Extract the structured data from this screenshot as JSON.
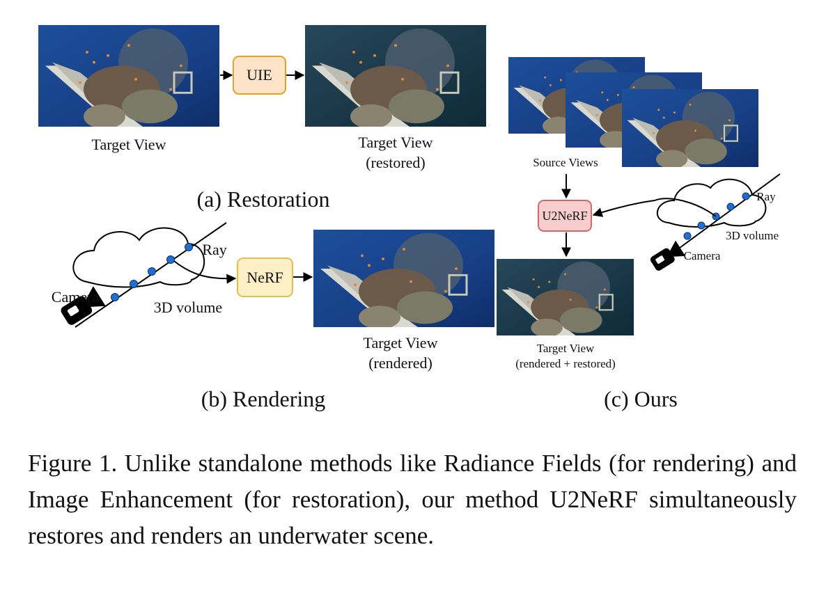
{
  "panel_a": {
    "input_label": "Target View",
    "method": "UIE",
    "output_label_line1": "Target View",
    "output_label_line2": "(restored)",
    "subtitle": "(a) Restoration"
  },
  "panel_b": {
    "camera": "Camera",
    "ray": "Ray",
    "volume": "3D volume",
    "method": "NeRF",
    "output_label_line1": "Target View",
    "output_label_line2": "(rendered)",
    "subtitle": "(b) Rendering"
  },
  "panel_c": {
    "source_label": "Source Views",
    "method": "U2NeRF",
    "ray": "Ray",
    "volume": "3D volume",
    "camera": "Camera",
    "output_label_line1": "Target View",
    "output_label_line2": "(rendered + restored)",
    "subtitle": "(c) Ours"
  },
  "caption": "Figure 1.  Unlike standalone methods like Radiance Fields (for rendering) and Image Enhancement (for restoration), our method U2NeRF simultaneously restores and renders an underwater scene.",
  "colors": {
    "uie_fill": "#fde3c7",
    "uie_border": "#e3a32a",
    "nerf_fill": "#fdf0c7",
    "nerf_border": "#e3bf4a",
    "u2nerf_fill": "#f8cdcd",
    "u2nerf_border": "#d06a6a",
    "ray_point": "#1f6fd1"
  }
}
